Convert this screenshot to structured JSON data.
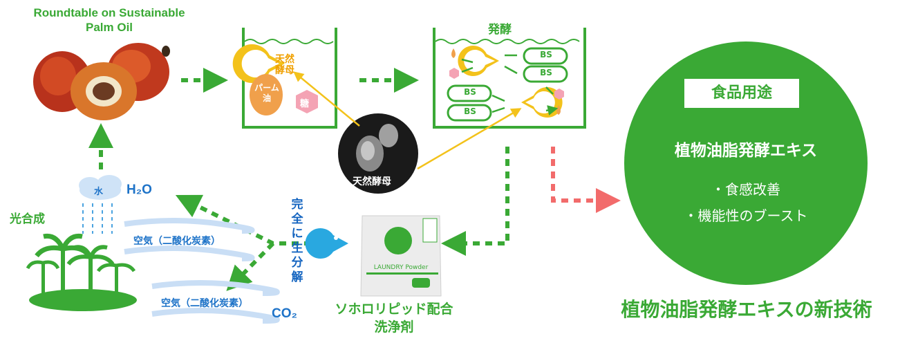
{
  "rspo": {
    "line1": "Roundtable on  Sustainable",
    "line2": "Palm Oil"
  },
  "fermentation": {
    "title": "発酵",
    "bacteria_label": "BS"
  },
  "tank1": {
    "yeast_line1": "天然",
    "yeast_line2": "酵母",
    "palm_oil": "パーム\n油",
    "sugar": "糖"
  },
  "yeast_photo": {
    "label": "天然酵母"
  },
  "product": {
    "name_line1": "ソホロリピッド配合",
    "name_line2": "洗浄剤",
    "package_text": "LAUNDRY Powder"
  },
  "biodegrade": {
    "text": "完全に生分解"
  },
  "cycle": {
    "water": "水",
    "h2o": "H₂O",
    "co2": "CO₂",
    "photosynthesis": "光合成",
    "air1": "空気（二酸化炭素）",
    "air2": "空気（二酸化炭素）"
  },
  "result": {
    "food_use": "食品用途",
    "title": "植物油脂発酵エキス",
    "bullet1": "・食感改善",
    "bullet2": "・機能性のブースト"
  },
  "new_tech": "植物油脂発酵エキスの新技術",
  "colors": {
    "green": "#3aa935",
    "pink": "#f26b6b",
    "yellow": "#f3c21b",
    "orange": "#f0a04b",
    "blue": "#1e73c8"
  }
}
